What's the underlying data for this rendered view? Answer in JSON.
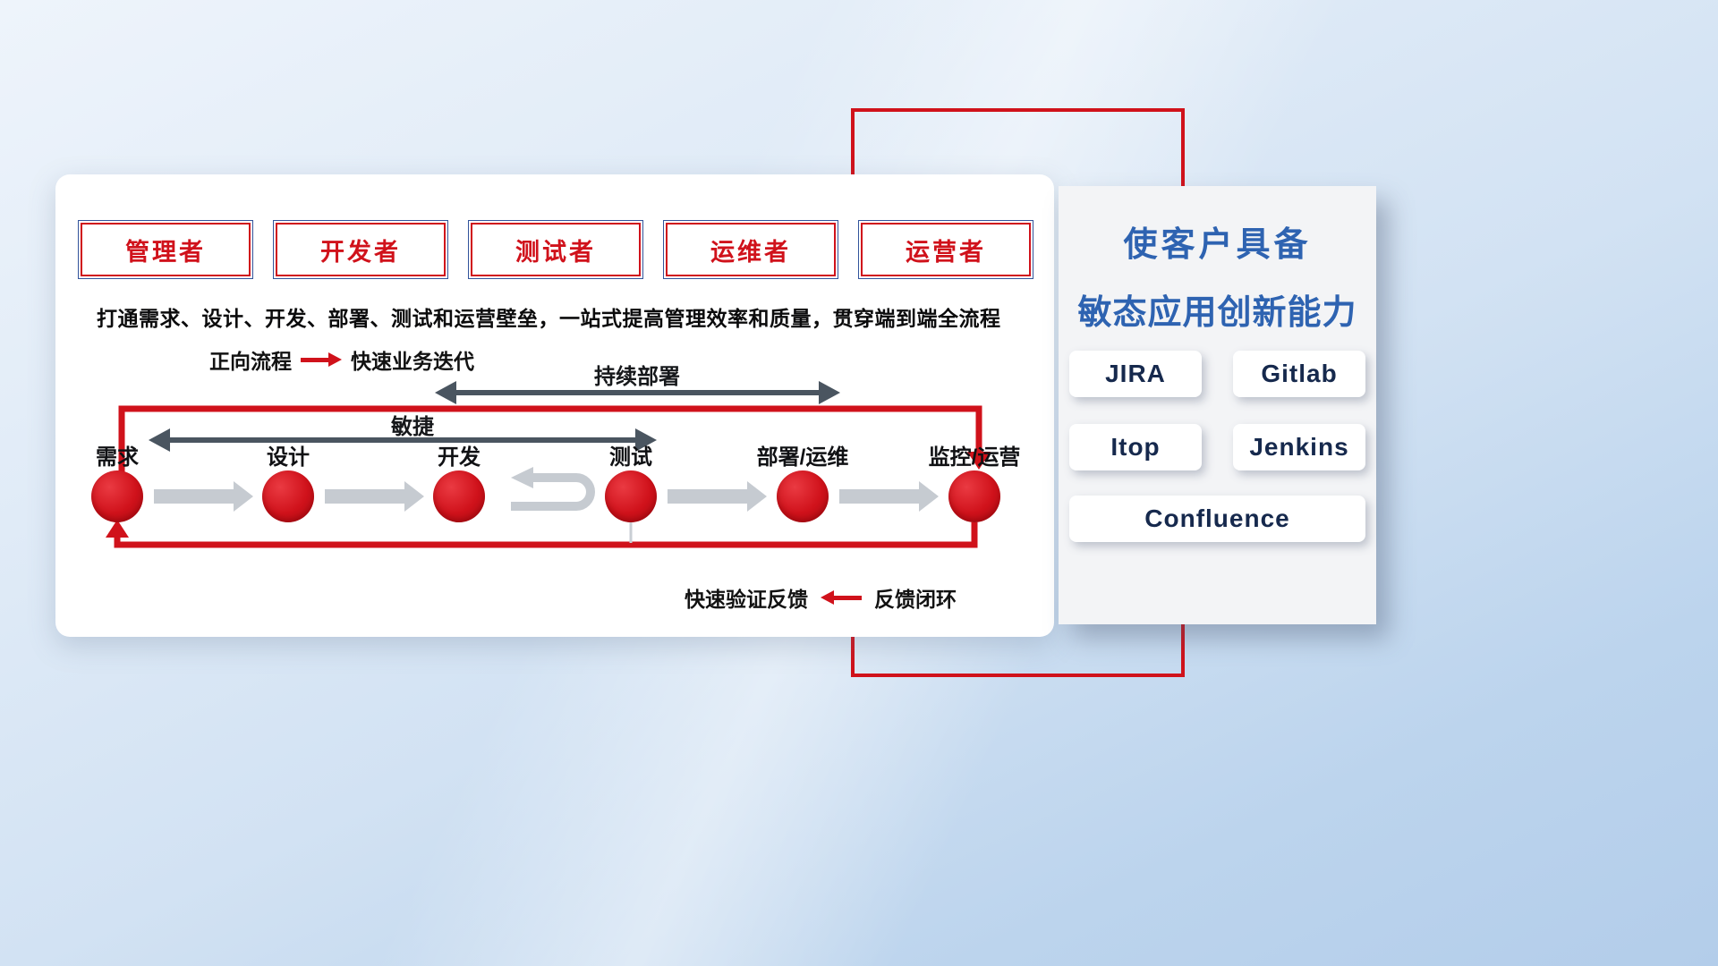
{
  "roles": [
    "管理者",
    "开发者",
    "测试者",
    "运维者",
    "运营者"
  ],
  "headline": "打通需求、设计、开发、部署、测试和运营壁垒，一站式提高管理效率和质量，贯穿端到端全流程",
  "legend_forward": {
    "label": "正向流程",
    "desc": "快速业务迭代"
  },
  "legend_feedback": {
    "label": "快速验证反馈",
    "desc": "反馈闭环"
  },
  "spans": {
    "agile": "敏捷",
    "cd": "持续部署"
  },
  "stages": [
    "需求",
    "设计",
    "开发",
    "测试",
    "部署/运维",
    "监控/运营"
  ],
  "right_panel": {
    "title_line1": "使客户具备",
    "title_line2": "敏态应用创新能力",
    "tools": [
      "JIRA",
      "Gitlab",
      "Itop",
      "Jenkins",
      "Confluence"
    ]
  },
  "colors": {
    "red": "#d0121b",
    "blue": "#2e63b1",
    "dark_arrow": "#4a5560",
    "gray_arrow": "#c6cbd1"
  }
}
